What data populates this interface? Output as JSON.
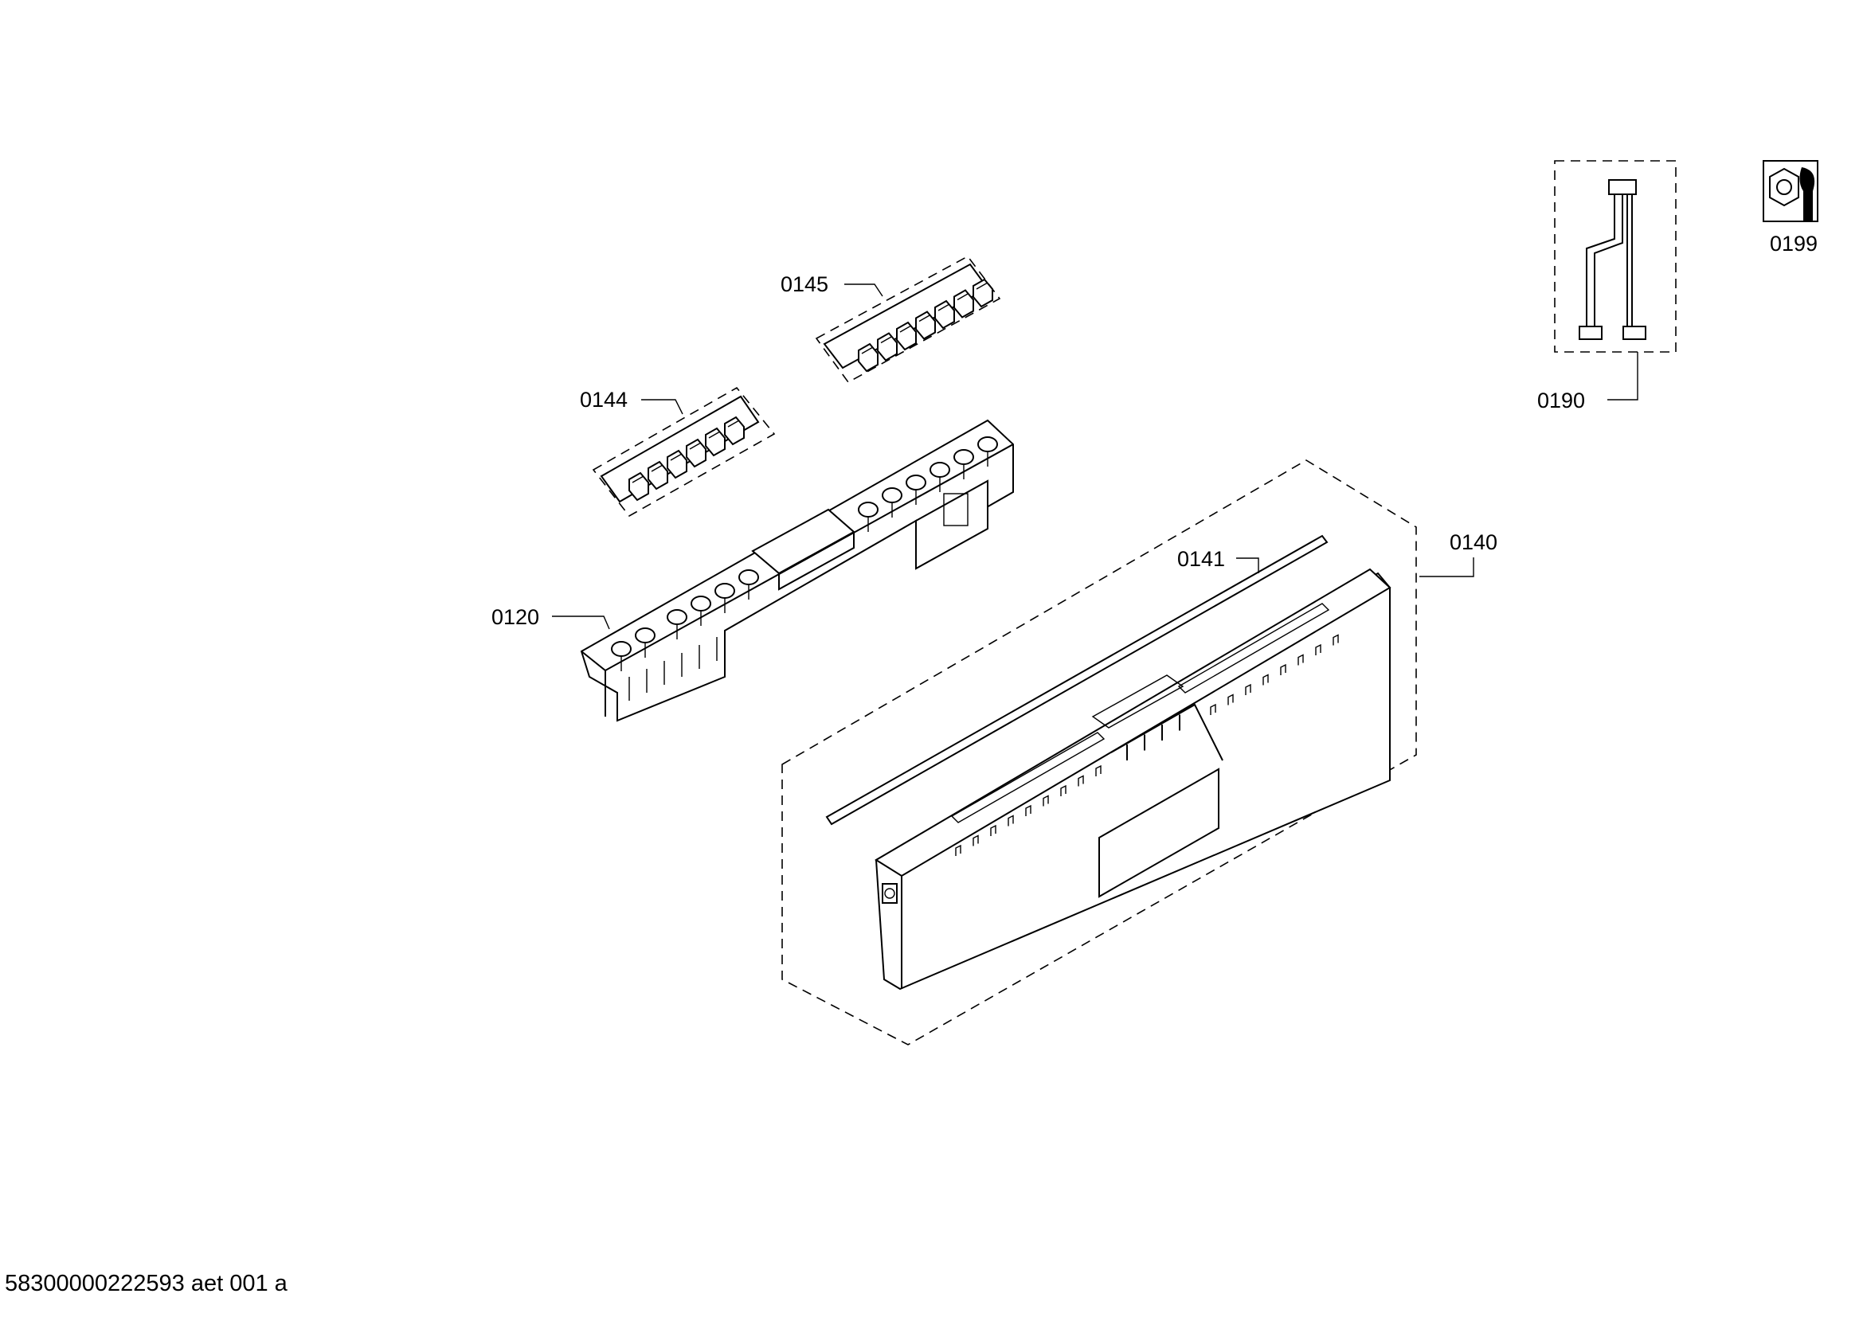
{
  "callouts": {
    "p0120": "0120",
    "p0140": "0140",
    "p0141": "0141",
    "p0144": "0144",
    "p0145": "0145",
    "p0190": "0190",
    "p0199": "0199"
  },
  "footer": {
    "code": "58300000222593 aet 001 a"
  },
  "icons": {
    "service": "wrench-nut-icon"
  }
}
